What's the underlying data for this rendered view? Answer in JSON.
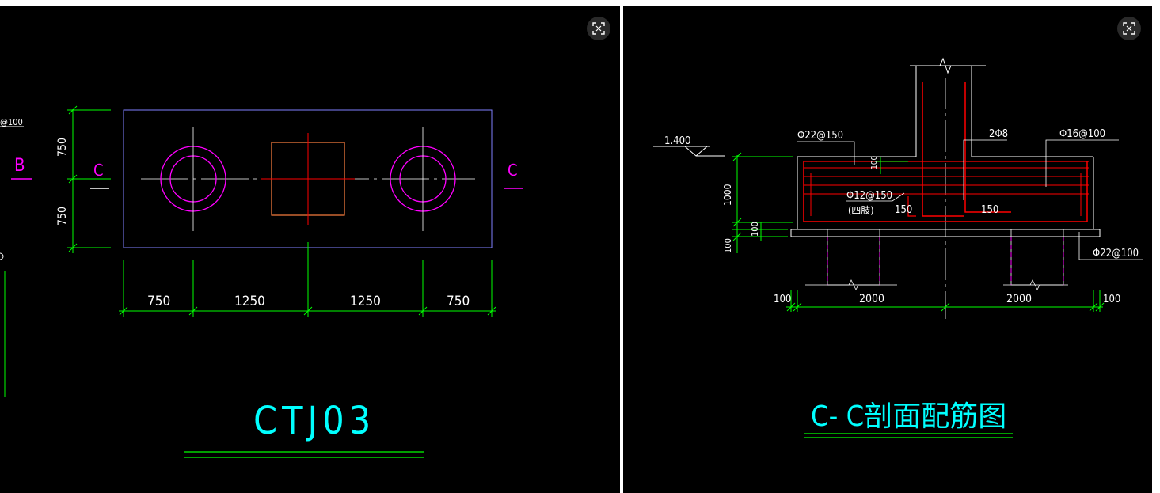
{
  "left": {
    "title": "CTJ03",
    "section_marks": [
      "B",
      "C",
      "C"
    ],
    "top_left_fragment": "@100",
    "dims_vertical": [
      "750",
      "750"
    ],
    "dims_horizontal": [
      "750",
      "1250",
      "1250",
      "750"
    ]
  },
  "right": {
    "title": "C- C剖面配筋图",
    "elevation": "1.400",
    "rebar_labels": {
      "top": "Φ22@150",
      "stirrup": "2Φ8",
      "side": "Φ16@100",
      "ring": "Φ12@150",
      "ring_note": "(四肢)",
      "bottom": "Φ22@100"
    },
    "dims": {
      "height": "1000",
      "cover_top": "100",
      "cover_mid": "100",
      "cover_bottom": "100",
      "anchor_left": "150",
      "anchor_right": "150",
      "width_left": "2000",
      "width_right": "2000",
      "edge_left": "100",
      "edge_right": "100"
    }
  },
  "icons": [
    "fullscreen-icon",
    "fullscreen-icon"
  ],
  "colors": {
    "background": "#000000",
    "dimension": "#00ff00",
    "outline": "#8080ff",
    "pile": "#ff00ff",
    "column": "#ff8040",
    "rebar": "#ff0000",
    "title": "#00ffff",
    "text": "#ffffff"
  }
}
